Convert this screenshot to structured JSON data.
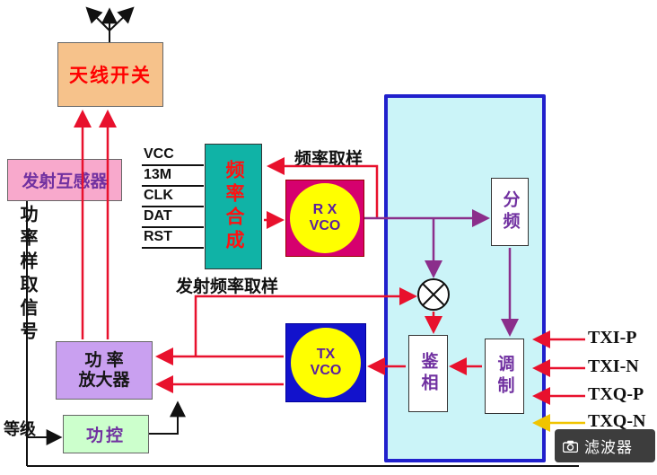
{
  "diagram": {
    "antenna_switch": "天线开关",
    "transmit_transformer": "发射互感器",
    "power_sample_signal": "功率样取信号",
    "pins": [
      "VCC",
      "13M",
      "CLK",
      "DAT",
      "RST"
    ],
    "frequency_synth": "频率合成",
    "freq_sampling": "频率取样",
    "tx_freq_sampling": "发射频率取样",
    "rx_vco": "R X\nVCO",
    "tx_vco": "TX\nVCO",
    "divider": "分频",
    "phase_detector": "鉴相",
    "modulator": "调制",
    "power_amplifier": "功 率\n放大器",
    "power_control": "功控",
    "level": "等级",
    "tx_signals": [
      "TXI-P",
      "TXI-N",
      "TXQ-P",
      "TXQ-N"
    ],
    "watermark": "滤波器"
  },
  "colors": {
    "antenna_switch_fill": "#f6c28b",
    "transformer_fill": "#f8a9cc",
    "synth_fill": "#10b3a6",
    "rx_vco_frame": "#d6006e",
    "tx_vco_frame": "#1212cc",
    "vco_circle": "#ffff00",
    "panel_fill": "#cbf4f8",
    "panel_border": "#2020cc",
    "power_amp_fill": "#c9a0f0",
    "power_control_fill": "#ccffcc",
    "wire_red": "#e8112d",
    "wire_purple": "#8b2e8b",
    "wire_yellow": "#f0c400",
    "text_purple": "#7030a0",
    "text_red": "#ff0000"
  }
}
